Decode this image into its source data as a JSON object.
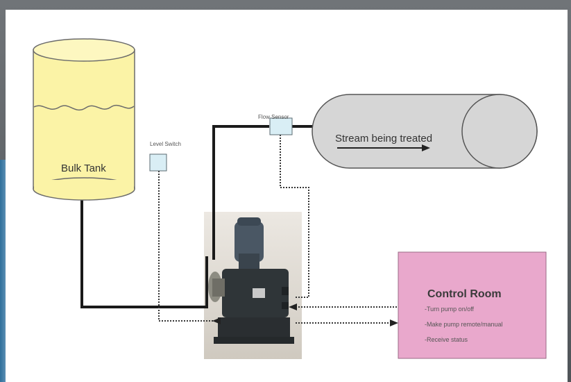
{
  "diagram": {
    "tank": {
      "label": "Bulk Tank",
      "fill": "#fbf3a6",
      "stroke": "#6b6b6b"
    },
    "level_switch": {
      "label": "Level Switch",
      "fill": "#d9eef5"
    },
    "flow_sensor": {
      "label": "Flow Sensor",
      "fill": "#d9eef5"
    },
    "stream": {
      "label": "Stream being treated",
      "fill": "#d6d6d6"
    },
    "control_room": {
      "title": "Control Room",
      "fill": "#e9a8cc",
      "items": [
        "-Turn pump on/off",
        "-Make pump remote/manual",
        "-Receive status"
      ]
    },
    "pump": {
      "icon": "metering-pump-icon"
    }
  }
}
